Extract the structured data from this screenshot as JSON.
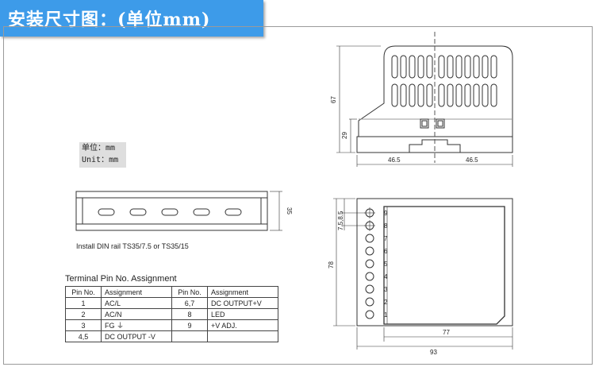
{
  "banner": {
    "title": "安装尺寸图：(单位mm)"
  },
  "unit_box": {
    "line1": "单位：mm",
    "line2": "Unit：mm"
  },
  "din_rail": {
    "label": "Install DIN rail TS35/7.5 or TS35/15",
    "height_dim": "35"
  },
  "side_view": {
    "height": "67",
    "mount": "29",
    "left_width": "46.5",
    "right_width": "46.5"
  },
  "front_view": {
    "pin_dim": "7.5,8.5",
    "height": "78",
    "inner_width": "77",
    "width": "93",
    "pins": [
      "9",
      "8",
      "7",
      "6",
      "5",
      "4",
      "3",
      "2",
      "1"
    ]
  },
  "pin_table": {
    "title": "Terminal Pin No. Assignment",
    "headers": [
      "Pin No.",
      "Assignment",
      "Pin No.",
      "Assignment"
    ],
    "rows": [
      [
        "1",
        "AC/L",
        "6,7",
        "DC OUTPUT+V"
      ],
      [
        "2",
        "AC/N",
        "8",
        "LED"
      ],
      [
        "3",
        "FG ⏚",
        "9",
        "+V ADJ."
      ],
      [
        "4,5",
        "DC OUTPUT -V",
        "",
        ""
      ]
    ]
  }
}
